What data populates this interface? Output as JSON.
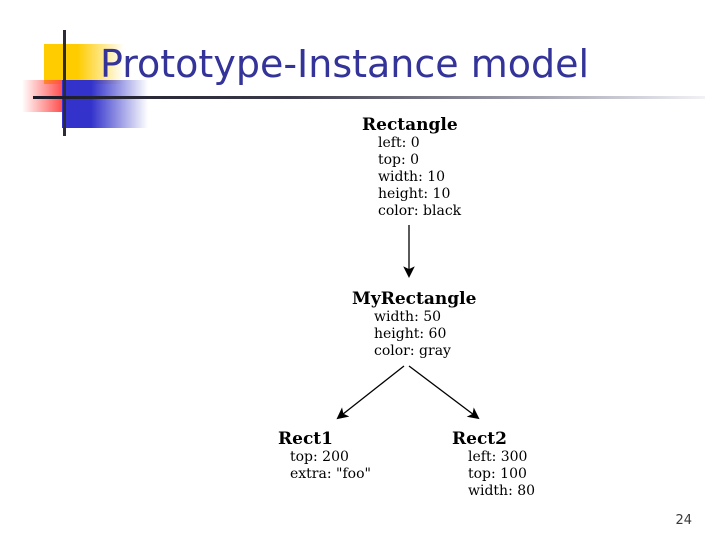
{
  "slide": {
    "title": "Prototype-Instance model",
    "page_number": "24"
  },
  "theme": {
    "title_color": "#333399",
    "square_yellow": "#ffcc00",
    "square_red": "#ff4d4d",
    "square_blue": "#3333cc",
    "rule_color": "#1a1a28",
    "diagram_ink": "#000000"
  },
  "diagram": {
    "nodes": [
      {
        "id": "rectangle",
        "title": "Rectangle",
        "props": [
          "left: 0",
          "top: 0",
          "width: 10",
          "height: 10",
          "color: black"
        ]
      },
      {
        "id": "myrectangle",
        "title": "MyRectangle",
        "props": [
          "width: 50",
          "height: 60",
          "color: gray"
        ]
      },
      {
        "id": "rect1",
        "title": "Rect1",
        "props": [
          "top: 200",
          "extra: \"foo\""
        ]
      },
      {
        "id": "rect2",
        "title": "Rect2",
        "props": [
          "left: 300",
          "top: 100",
          "width: 80"
        ]
      }
    ],
    "edges": [
      {
        "from": "rectangle",
        "to": "myrectangle"
      },
      {
        "from": "myrectangle",
        "to": "rect1"
      },
      {
        "from": "myrectangle",
        "to": "rect2"
      }
    ]
  }
}
